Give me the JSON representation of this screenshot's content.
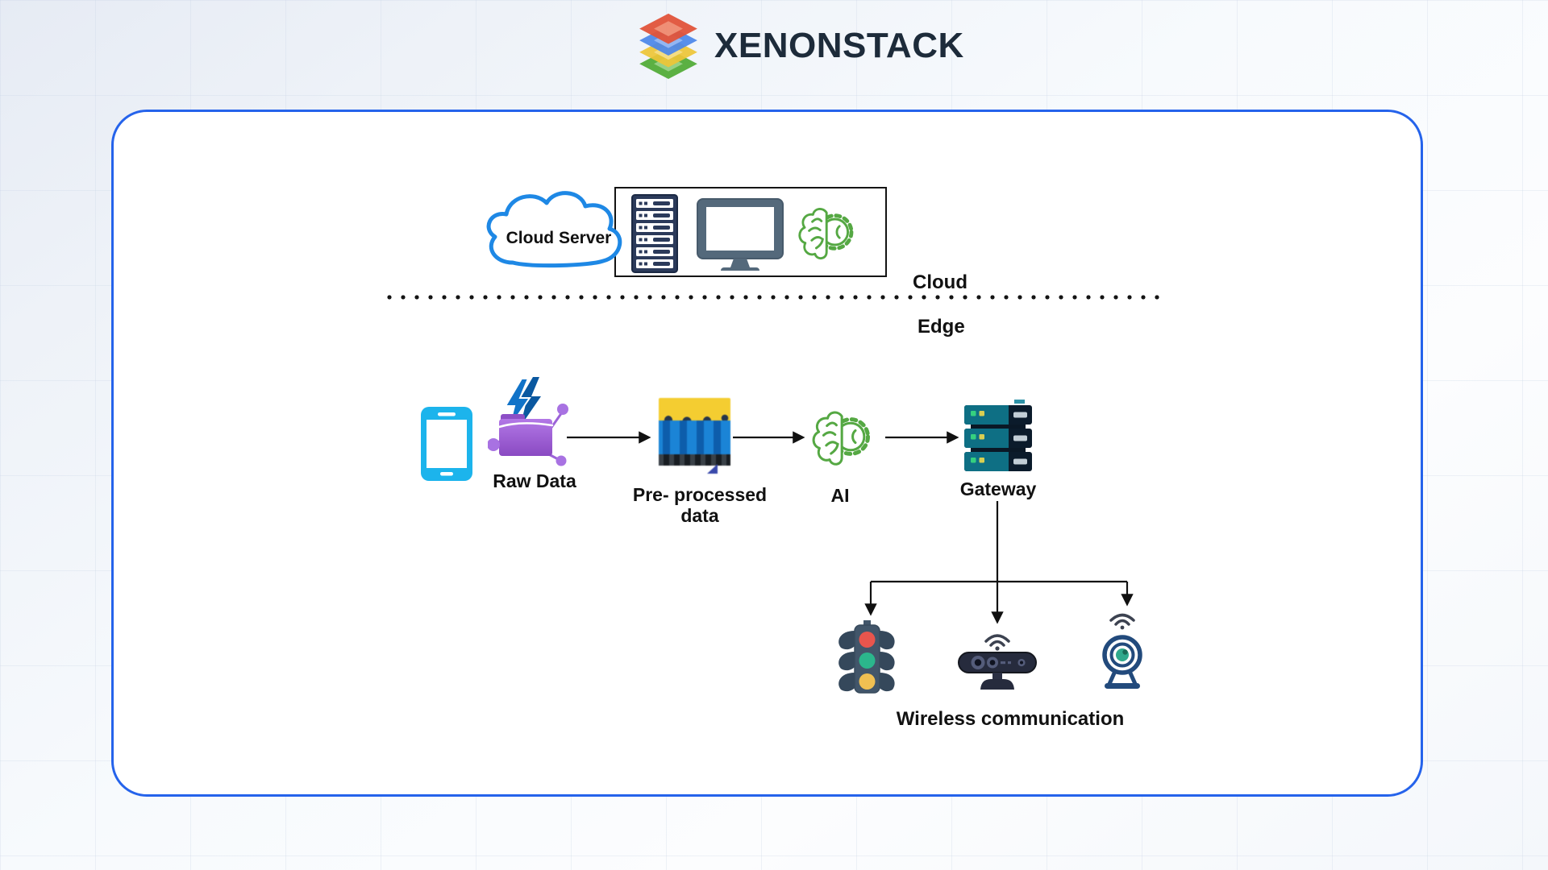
{
  "brand": {
    "name": "XENONSTACK"
  },
  "diagram": {
    "cloud": {
      "server_label": "Cloud Server"
    },
    "zones": {
      "top": "Cloud",
      "bottom": "Edge"
    },
    "flow": {
      "raw_data": "Raw Data",
      "pre_processed": {
        "line1": "Pre- processed",
        "line2": "data"
      },
      "ai": "AI",
      "gateway": "Gateway",
      "wireless": "Wireless communication"
    },
    "icons": {
      "logo": "stacked-layers-icon",
      "cloud": "cloud-outline-icon",
      "server_rack": "server-rack-icon",
      "monitor": "desktop-monitor-icon",
      "ai": "brain-gear-icon",
      "phone": "smartphone-icon",
      "raw_data": "lightning-folder-icon",
      "pre_processed": "image-thumbnail",
      "gateway": "server-stack-icon",
      "traffic_light": "traffic-light-icon",
      "sensor": "depth-sensor-icon",
      "webcam": "webcam-icon",
      "wifi": "wifi-waves-icon"
    },
    "colors": {
      "panel_border": "#2563eb",
      "cloud_stroke": "#1e88e5",
      "ai_green": "#55a843",
      "phone_cyan": "#1cb4ec",
      "lightning_blue": "#0e6fc0",
      "folder_purple": "#9b59d0",
      "gateway_teal": "#0f7085",
      "arrow": "#111111",
      "label": "#111111",
      "brand_text": "#1d2b3a"
    }
  }
}
